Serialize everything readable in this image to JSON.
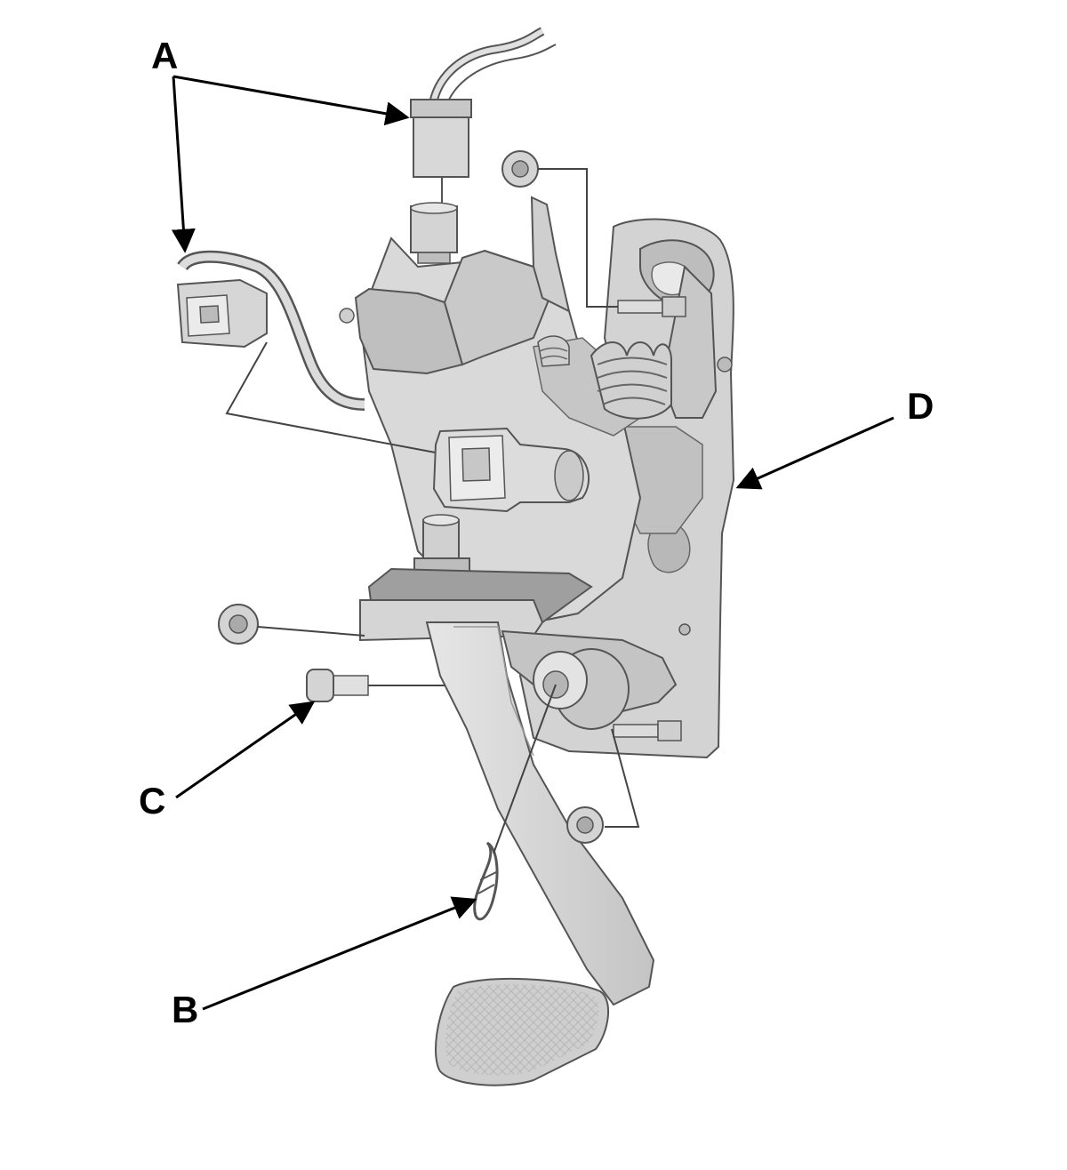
{
  "callouts": {
    "a": "A",
    "b": "B",
    "c": "C",
    "d": "D"
  },
  "colors": {
    "part_fill": "#d6d6d6",
    "part_light": "#ececec",
    "part_dark": "#a9a9a9",
    "outline": "#555555",
    "leader": "#000000"
  }
}
